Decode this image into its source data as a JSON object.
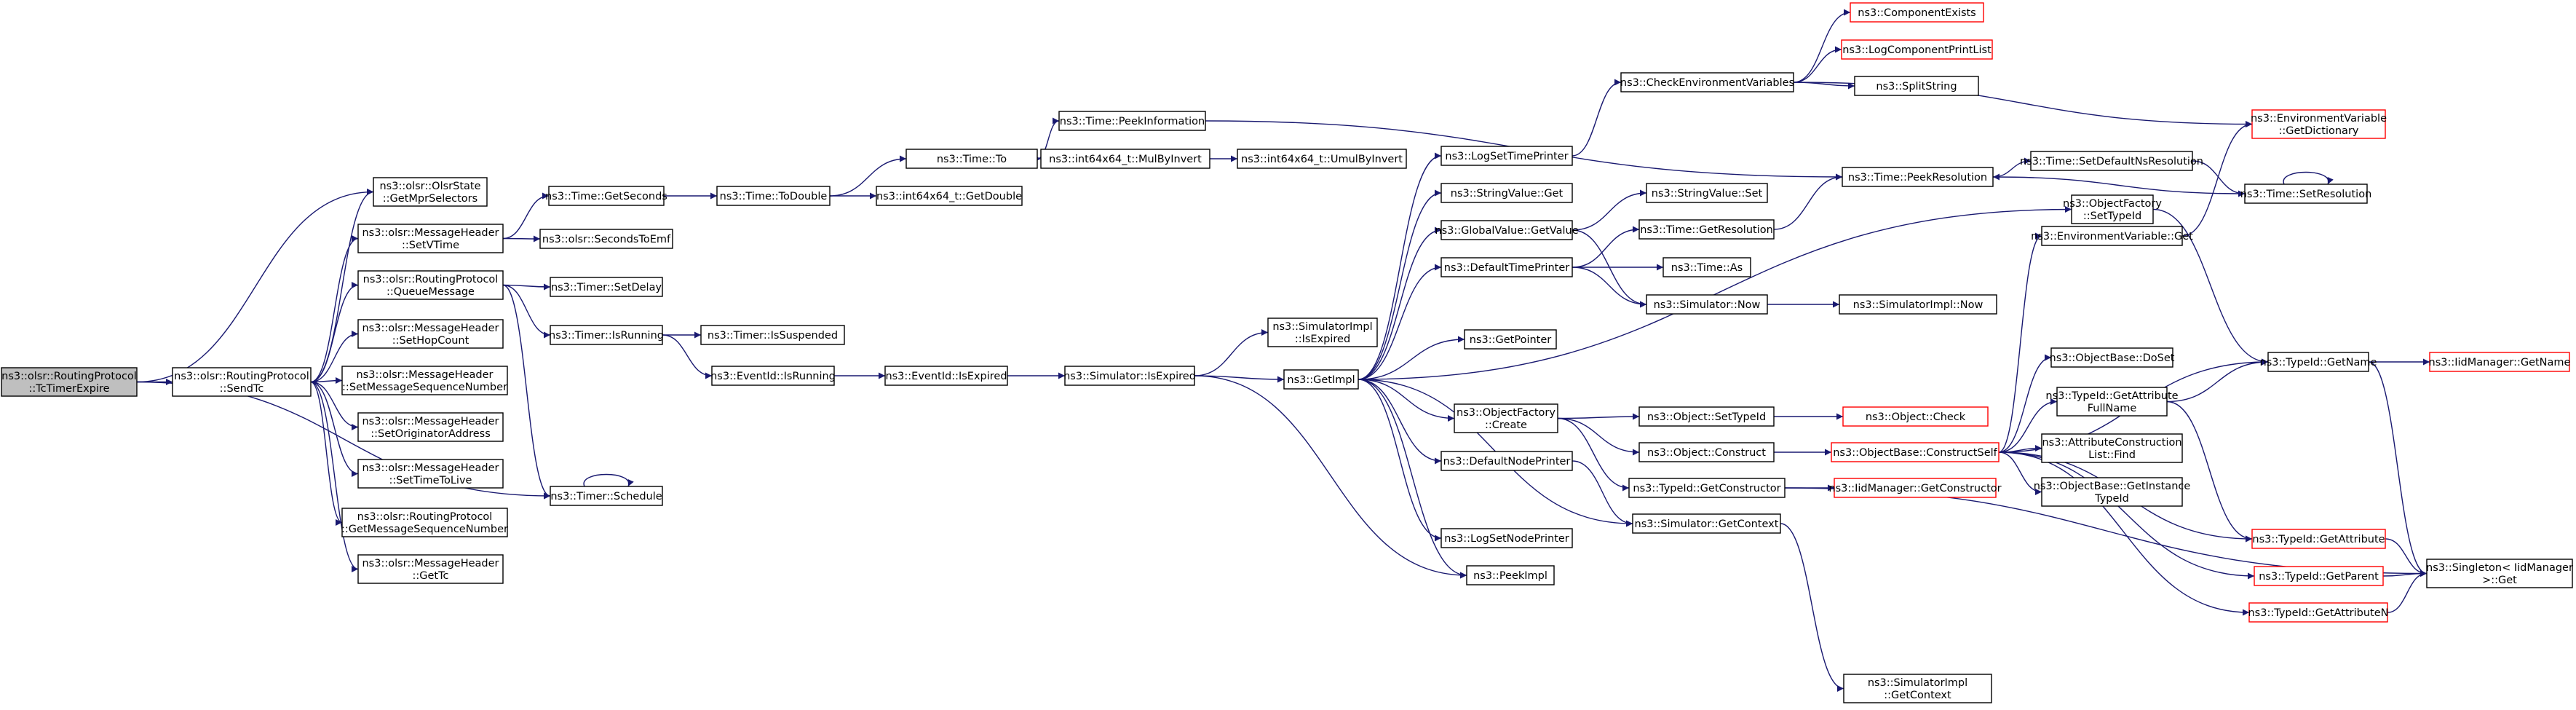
{
  "nodes": {
    "tcTimerExpire": [
      "ns3::olsr::RoutingProtocol",
      "::TcTimerExpire"
    ],
    "sendTc": [
      "ns3::olsr::RoutingProtocol",
      "::SendTc"
    ],
    "getMprSelectors": [
      "ns3::olsr::OlsrState",
      "::GetMprSelectors"
    ],
    "setVTime": [
      "ns3::olsr::MessageHeader",
      "::SetVTime"
    ],
    "queueMessage": [
      "ns3::olsr::RoutingProtocol",
      "::QueueMessage"
    ],
    "setHopCount": [
      "ns3::olsr::MessageHeader",
      "::SetHopCount"
    ],
    "setMsgSeqNum": [
      "ns3::olsr::MessageHeader",
      "::SetMessageSequenceNumber"
    ],
    "setOrigAddr": [
      "ns3::olsr::MessageHeader",
      "::SetOriginatorAddress"
    ],
    "setTimeToLive": [
      "ns3::olsr::MessageHeader",
      "::SetTimeToLive"
    ],
    "getMsgSeqNum": [
      "ns3::olsr::RoutingProtocol",
      "::GetMessageSequenceNumber"
    ],
    "getTc": [
      "ns3::olsr::MessageHeader",
      "::GetTc"
    ],
    "timeGetSeconds": [
      "ns3::Time::GetSeconds"
    ],
    "secondsToEmf": [
      "ns3::olsr::SecondsToEmf"
    ],
    "timerSetDelay": [
      "ns3::Timer::SetDelay"
    ],
    "timerIsRunning": [
      "ns3::Timer::IsRunning"
    ],
    "timerSchedule": [
      "ns3::Timer::Schedule"
    ],
    "timeToDouble": [
      "ns3::Time::ToDouble"
    ],
    "timerIsSuspended": [
      "ns3::Timer::IsSuspended"
    ],
    "eventIdIsRunning": [
      "ns3::EventId::IsRunning"
    ],
    "eventIdIsExpired": [
      "ns3::EventId::IsExpired"
    ],
    "timeTo": [
      "ns3::Time::To"
    ],
    "int64GetDouble": [
      "ns3::int64x64_t::GetDouble"
    ],
    "int64MulByInvert": [
      "ns3::int64x64_t::MulByInvert"
    ],
    "int64UmulByInvert": [
      "ns3::int64x64_t::UmulByInvert"
    ],
    "timePeekInformation": [
      "ns3::Time::PeekInformation"
    ],
    "simIsExpired": [
      "ns3::Simulator::IsExpired"
    ],
    "simImplIsExpired": [
      "ns3::SimulatorImpl",
      "::IsExpired"
    ],
    "getImpl": [
      "ns3::GetImpl"
    ],
    "logSetTimePrinter": [
      "ns3::LogSetTimePrinter"
    ],
    "stringValueGet": [
      "ns3::StringValue::Get"
    ],
    "globalValueGetValue": [
      "ns3::GlobalValue::GetValue"
    ],
    "defaultTimePrinter": [
      "ns3::DefaultTimePrinter"
    ],
    "getPointer": [
      "ns3::GetPointer"
    ],
    "objFactoryCreate": [
      "ns3::ObjectFactory",
      "::Create"
    ],
    "defaultNodePrinter": [
      "ns3::DefaultNodePrinter"
    ],
    "logSetNodePrinter": [
      "ns3::LogSetNodePrinter"
    ],
    "peekImpl": [
      "ns3::PeekImpl"
    ],
    "checkEnvVars": [
      "ns3::CheckEnvironmentVariables"
    ],
    "componentExists": [
      "ns3::ComponentExists"
    ],
    "logComponentPrintList": [
      "ns3::LogComponentPrintList"
    ],
    "splitString": [
      "ns3::SplitString"
    ],
    "stringValueSet": [
      "ns3::StringValue::Set"
    ],
    "timeGetResolution": [
      "ns3::Time::GetResolution"
    ],
    "timeAs": [
      "ns3::Time::As"
    ],
    "simNow": [
      "ns3::Simulator::Now"
    ],
    "simImplNow": [
      "ns3::SimulatorImpl::Now"
    ],
    "objSetTypeId": [
      "ns3::Object::SetTypeId"
    ],
    "objConstruct": [
      "ns3::Object::Construct"
    ],
    "typeIdGetConstructor": [
      "ns3::TypeId::GetConstructor"
    ],
    "simGetContext": [
      "ns3::Simulator::GetContext"
    ],
    "simImplGetContext": [
      "ns3::SimulatorImpl",
      "::GetContext"
    ],
    "timePeekResolution": [
      "ns3::Time::PeekResolution"
    ],
    "timeSetDefaultNsRes": [
      "ns3::Time::SetDefaultNsResolution"
    ],
    "timeSetResolution": [
      "ns3::Time::SetResolution"
    ],
    "envVarGetDict": [
      "ns3::EnvironmentVariable",
      "::GetDictionary"
    ],
    "envVarGet": [
      "ns3::EnvironmentVariable::Get"
    ],
    "objFactorySetTypeId": [
      "ns3::ObjectFactory",
      "::SetTypeId"
    ],
    "objectCheck": [
      "ns3::Object::Check"
    ],
    "objBaseConstructSelf": [
      "ns3::ObjectBase::ConstructSelf"
    ],
    "iidMgrGetConstructor": [
      "ns3::IidManager::GetConstructor"
    ],
    "objBaseDoSet": [
      "ns3::ObjectBase::DoSet"
    ],
    "typeIdGetAttrFullName": [
      "ns3::TypeId::GetAttribute",
      "FullName"
    ],
    "attrConstructionListFind": [
      "ns3::AttributeConstruction",
      "List::Find"
    ],
    "objBaseGetInstanceTypeId": [
      "ns3::ObjectBase::GetInstance",
      "TypeId"
    ],
    "typeIdGetAttribute": [
      "ns3::TypeId::GetAttribute"
    ],
    "typeIdGetParent": [
      "ns3::TypeId::GetParent"
    ],
    "typeIdGetAttributeN": [
      "ns3::TypeId::GetAttributeN"
    ],
    "typeIdGetName": [
      "ns3::TypeId::GetName"
    ],
    "iidMgrGetName": [
      "ns3::IidManager::GetName"
    ],
    "singletonGet": [
      "ns3::Singleton< IidManager",
      " >::Get"
    ]
  },
  "colors": {
    "edge": "#191970",
    "node_border": "#000000",
    "truncated_border": "#ff0000",
    "root_fill": "#bfbfbf"
  }
}
